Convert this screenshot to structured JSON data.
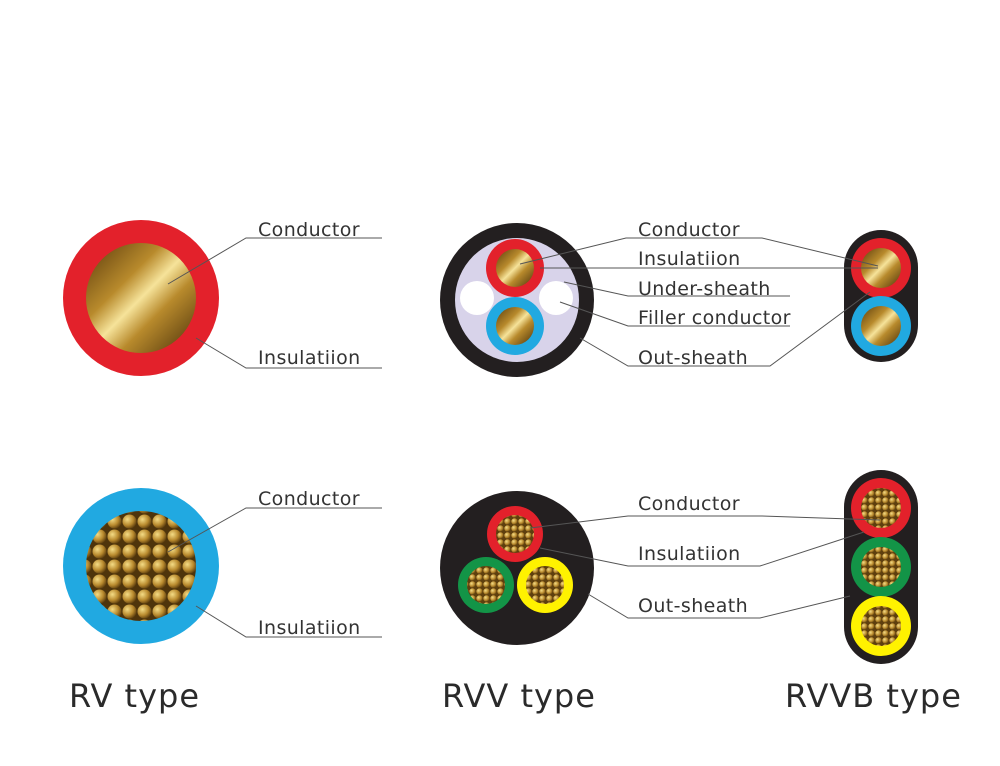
{
  "diagrams": {
    "rv_solid": {
      "conductor_label": "Conductor",
      "insulation_label": "Insulatiion",
      "insulation_color": "#e3212b"
    },
    "rv_stranded": {
      "conductor_label": "Conductor",
      "insulation_label": "Insulatiion",
      "insulation_color": "#21a9e1"
    },
    "rvv_solid": {
      "conductor_label": "Conductor",
      "insulation_label": "Insulatiion",
      "under_sheath_label": "Under-sheath",
      "filler_label": "Filler conductor",
      "out_sheath_label": "Out-sheath",
      "core_colors": [
        "#e3212b",
        "#21a9e1"
      ],
      "under_sheath_color": "#d8d3ea",
      "out_sheath_color": "#231f20"
    },
    "rvv_stranded": {
      "conductor_label": "Conductor",
      "insulation_label": "Insulatiion",
      "out_sheath_label": "Out-sheath",
      "core_colors": [
        "#e3212b",
        "#139447",
        "#fff200"
      ],
      "out_sheath_color": "#231f20"
    }
  },
  "titles": {
    "rv": "RV type",
    "rvv": "RVV type",
    "rvvb": "RVVB type"
  },
  "colors": {
    "gold_light": "#f3e08a",
    "gold_dark": "#6b4a12",
    "label_text": "#333333"
  }
}
